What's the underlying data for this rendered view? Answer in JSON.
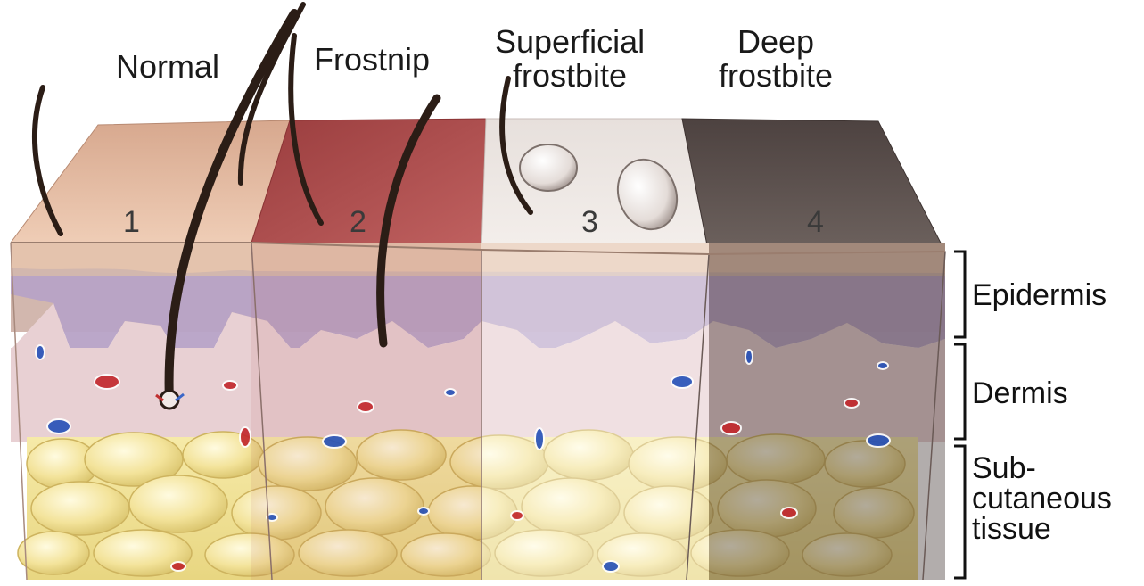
{
  "stages": [
    {
      "label_lines": [
        "Normal"
      ],
      "number": "1"
    },
    {
      "label_lines": [
        "Frostnip"
      ],
      "number": "2"
    },
    {
      "label_lines": [
        "Superficial",
        "frostbite"
      ],
      "number": "3"
    },
    {
      "label_lines": [
        "Deep",
        "frostbite"
      ],
      "number": "4"
    }
  ],
  "layers": [
    {
      "label_lines": [
        "Epidermis"
      ]
    },
    {
      "label_lines": [
        "Dermis"
      ]
    },
    {
      "label_lines": [
        "Sub-",
        "cutaneous",
        "tissue"
      ]
    }
  ],
  "colors": {
    "normal_top": "#d9ad93",
    "frostnip_top": "#a84a4a",
    "superficial_top": "#ece6e2",
    "deep_top": "#5e5350",
    "epidermis": "#b9a7c4",
    "dermis": "#e7cfd3",
    "fat": "#f1e39a",
    "bracket": "#111111"
  }
}
